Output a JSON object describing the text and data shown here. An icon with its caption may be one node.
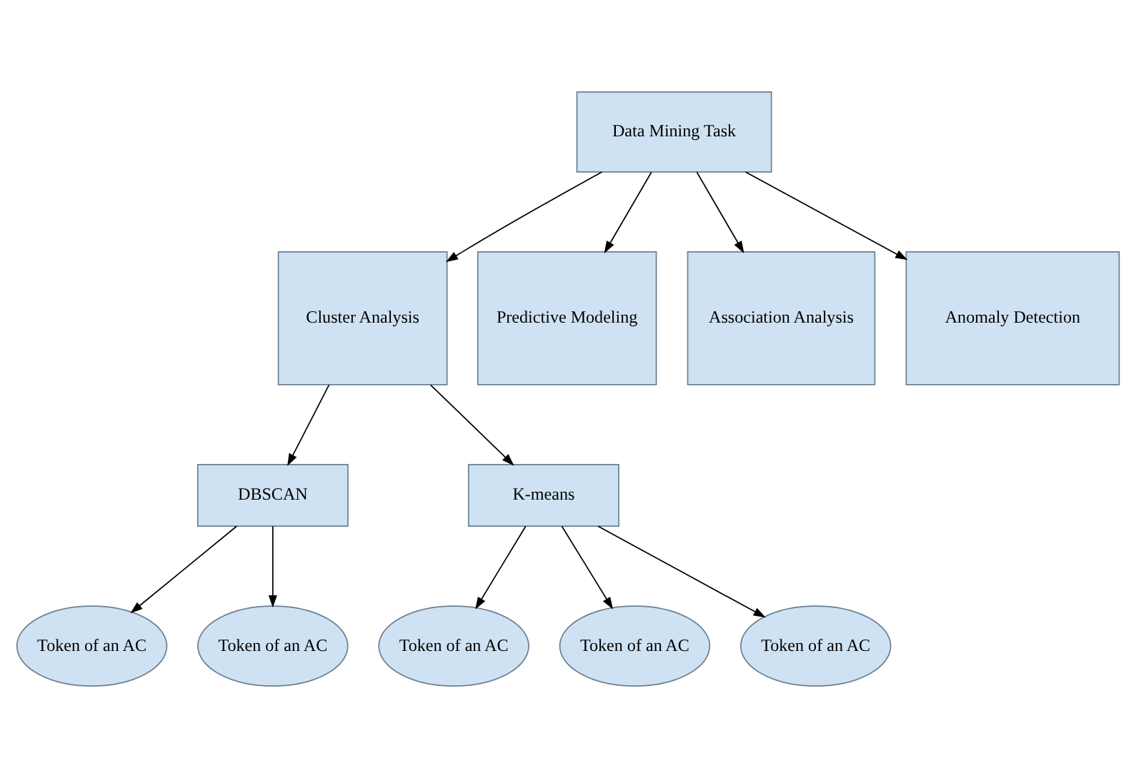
{
  "diagram": {
    "nodes": [
      {
        "text": [
          "Data Mining Task"
        ]
      },
      {
        "text": [
          "Cluster Analysis"
        ]
      },
      {
        "text": [
          "Predictive Modeling"
        ]
      },
      {
        "text": [
          "Association Analysis"
        ]
      },
      {
        "text": [
          "Anomaly Detection"
        ]
      },
      {
        "text": [
          "DBSCAN"
        ]
      },
      {
        "text": [
          "K-means"
        ]
      },
      {
        "text": [
          "Token of an AC"
        ]
      },
      {
        "text": [
          "Token of an AC"
        ]
      },
      {
        "text": [
          "Token of an AC"
        ]
      },
      {
        "text": [
          "Token of an AC"
        ]
      },
      {
        "text": [
          "Token of an AC"
        ]
      }
    ],
    "edges": [
      {
        "from": 0,
        "to": 1,
        "arrow": "to"
      },
      {
        "from": 0,
        "to": 2,
        "arrow": "to"
      },
      {
        "from": 0,
        "to": 3,
        "arrow": "to"
      },
      {
        "from": 0,
        "to": 4,
        "arrow": "to"
      },
      {
        "from": 1,
        "to": 5,
        "arrow": "to"
      },
      {
        "from": 1,
        "to": 6,
        "arrow": "to"
      },
      {
        "from": 5,
        "to": 7,
        "arrow": "to"
      },
      {
        "from": 5,
        "to": 8,
        "arrow": "to"
      },
      {
        "from": 6,
        "to": 9,
        "arrow": "to"
      },
      {
        "from": 6,
        "to": 10,
        "arrow": "to"
      },
      {
        "from": 6,
        "to": 11,
        "arrow": "to"
      }
    ]
  }
}
